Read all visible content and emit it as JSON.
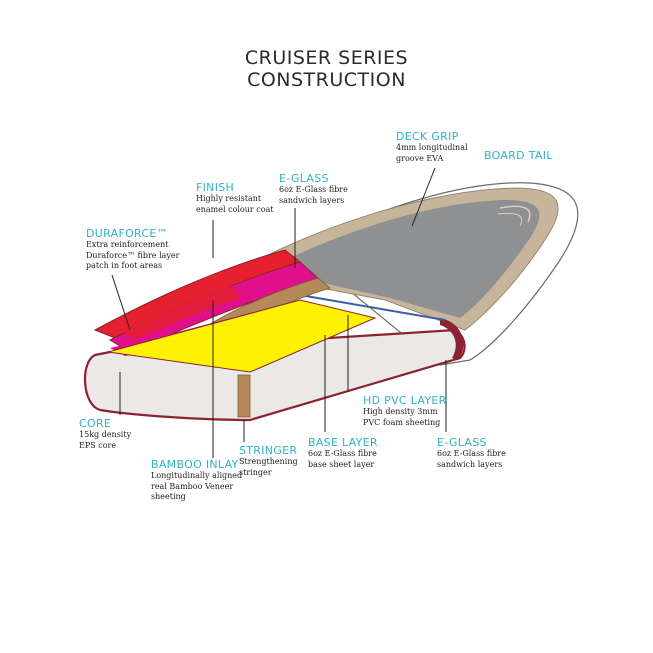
{
  "title": {
    "line1": "CRUISER SERIES",
    "line2": "CONSTRUCTION"
  },
  "colors": {
    "heading": "#2fb3c4",
    "deck": "#8e9092",
    "deck_rim": "#c6b59a",
    "foam": "#ebe8e8",
    "pink": "#e0108a",
    "red": "#e5202f",
    "yellow": "#fff200",
    "bamboo": "#b58a5a",
    "outline": "#8b2331",
    "pvc_blue": "#3a5fa8"
  },
  "labels": {
    "finish": {
      "heading": "FINISH",
      "desc": "Highly resistant\nenamel colour coat"
    },
    "e_glass_top": {
      "heading": "E-GLASS",
      "desc": "6oz E-Glass fibre\nsandwich layers"
    },
    "deck_grip": {
      "heading": "DECK GRIP",
      "desc": "4mm longitudinal\ngroove EVA"
    },
    "board_tail": {
      "heading": "BOARD TAIL",
      "desc": ""
    },
    "duraforce": {
      "heading": "DURAFORCE™",
      "desc": "Extra reinforcement\nDuraforce™ fibre layer\npatch in foot areas"
    },
    "core": {
      "heading": "CORE",
      "desc": "15kg density\nEPS core"
    },
    "bamboo_inlay": {
      "heading": "BAMBOO INLAY",
      "desc": "Longitudinally aligned\nreal Bamboo Veneer\nsheeting"
    },
    "stringer": {
      "heading": "STRINGER",
      "desc": "Strengthening\nstringer"
    },
    "base_layer": {
      "heading": "BASE LAYER",
      "desc": "6oz E-Glass fibre\nbase sheet layer"
    },
    "hd_pvc": {
      "heading": "HD PVC LAYER",
      "desc": "High density 3mm\nPVC foam sheeting"
    },
    "e_glass_bottom": {
      "heading": "E-GLASS",
      "desc": "6oz E-Glass fibre\nsandwich layers"
    }
  }
}
